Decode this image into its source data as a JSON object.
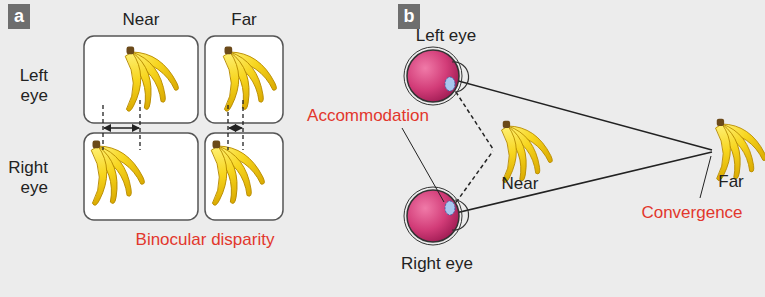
{
  "diagram": {
    "nodes": [
      {
        "text": [
          "a"
        ]
      },
      {
        "text": [
          "b"
        ]
      }
    ],
    "labels": [
      "Near",
      "Far",
      "Left eye",
      "Right eye",
      "Binocular disparity",
      "Left eye",
      "Accommodation",
      "Near",
      "Far",
      "Convergence",
      "Right eye"
    ]
  }
}
